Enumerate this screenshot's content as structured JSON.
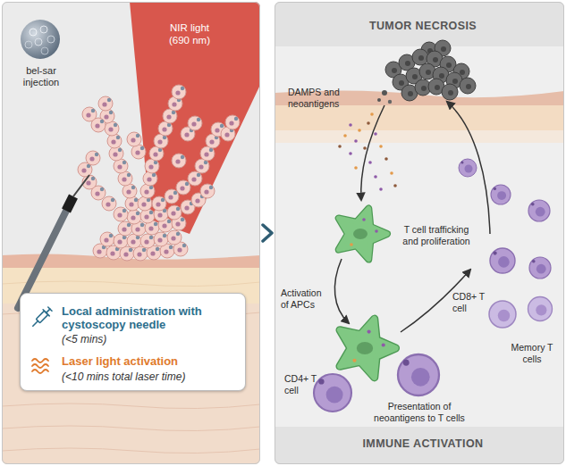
{
  "diagram": {
    "nodes": [
      {
        "text": [
          "bel-sar injection",
          "NIR light (690 nm)"
        ]
      },
      {
        "text": [
          "Local administration with cystoscopy needle",
          "(<5 mins)",
          "Laser light activation",
          "(<10 mins total laser time)"
        ],
        "in": 0
      },
      {
        "text": [
          "TUMOR NECROSIS",
          "IMMUNE ACTIVATION"
        ]
      }
    ],
    "edges": [
      {
        "from": 0,
        "to": 2,
        "arrow": "to"
      }
    ],
    "labels": [
      "DAMPS and neoantigens",
      "Activation of APCs",
      "T cell trafficking and proliferation",
      "CD4+ T cell",
      "CD8+ T cell",
      "Memory T cells",
      "Presentation of neoantigens to T cells"
    ]
  }
}
